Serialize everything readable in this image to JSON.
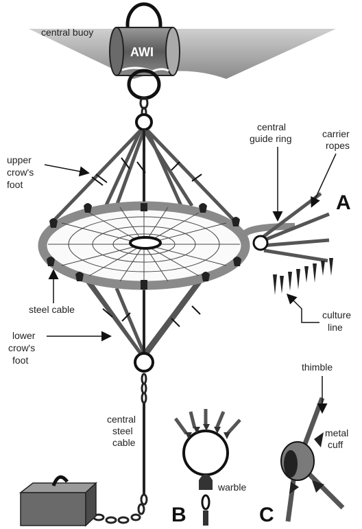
{
  "labels": {
    "central_buoy": "central buoy",
    "awi": "AWI",
    "central_guide_ring_1": "central",
    "central_guide_ring_2": "guide ring",
    "carrier_ropes_1": "carrier",
    "carrier_ropes_2": "ropes",
    "upper_crows_foot_1": "upper",
    "upper_crows_foot_2": "crow's",
    "upper_crows_foot_3": "foot",
    "steel_cable": "steel cable",
    "culture_line_1": "culture",
    "culture_line_2": "line",
    "lower_crows_foot_1": "lower",
    "lower_crows_foot_2": "crow's",
    "lower_crows_foot_3": "foot",
    "thimble": "thimble",
    "central_steel_cable_1": "central",
    "central_steel_cable_2": "steel",
    "central_steel_cable_3": "cable",
    "metal_cuff_1": "metal",
    "metal_cuff_2": "cuff",
    "warble": "warble",
    "panel_a": "A",
    "panel_b": "B",
    "panel_c": "C"
  }
}
